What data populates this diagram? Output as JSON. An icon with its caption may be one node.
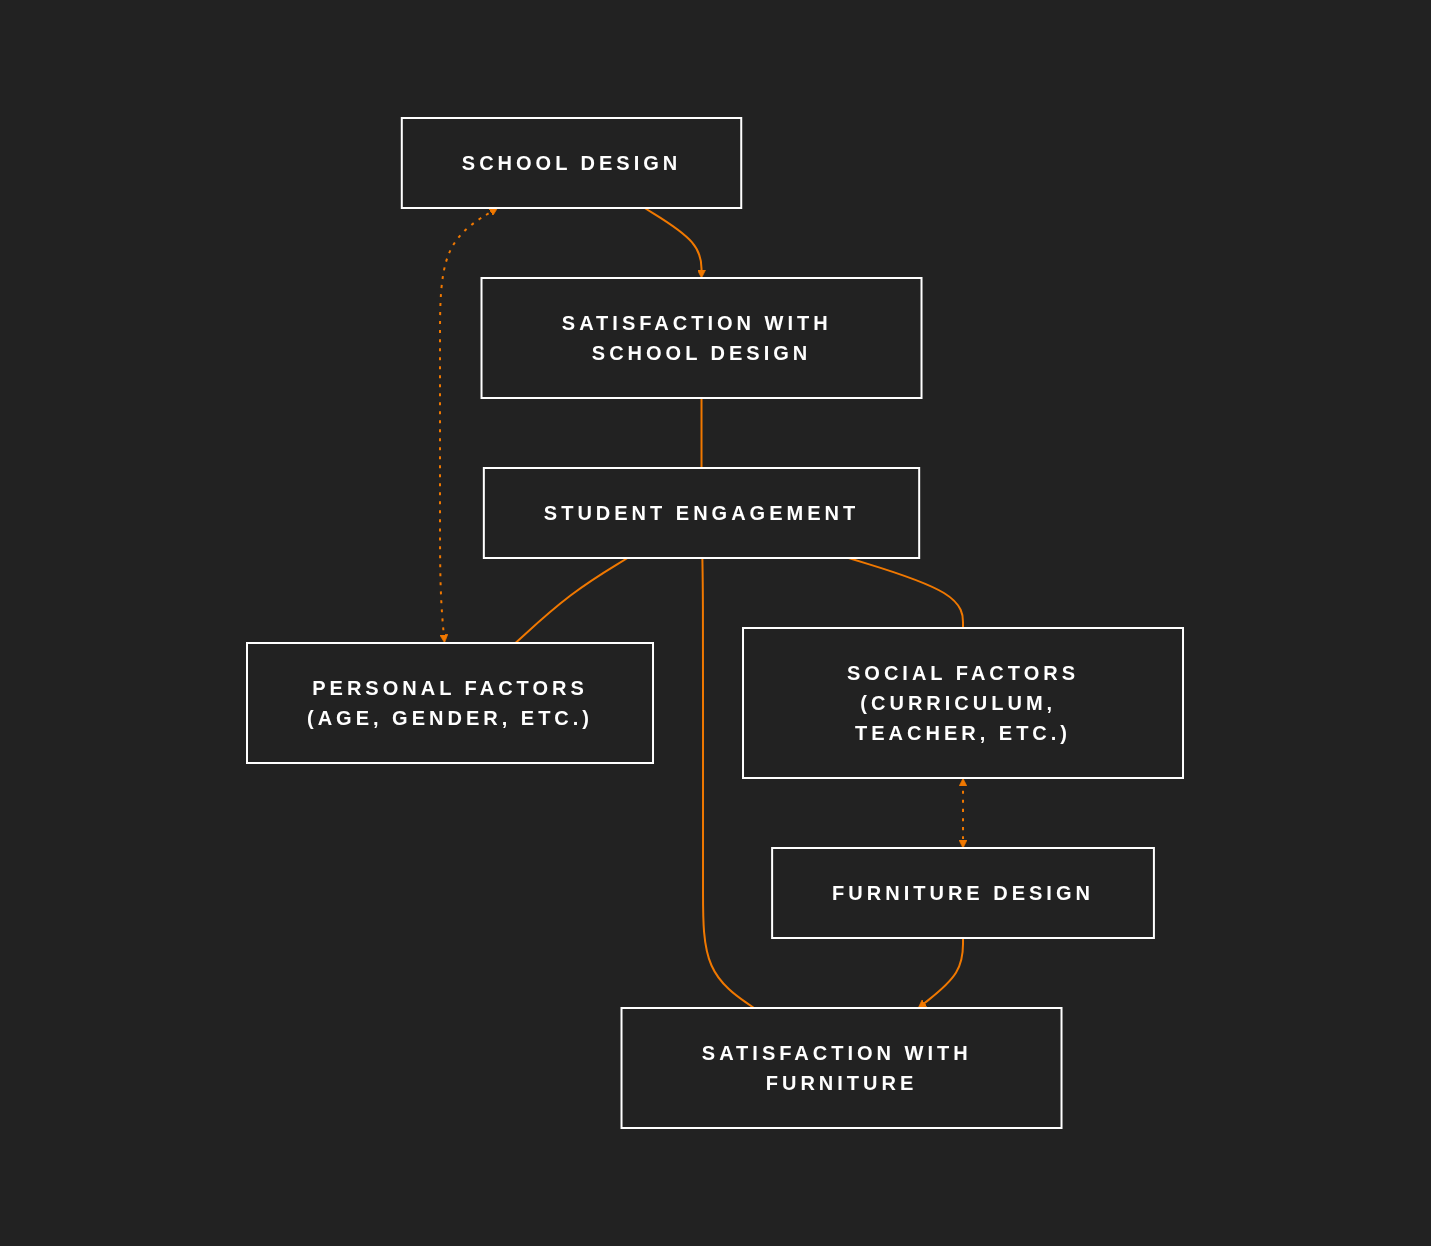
{
  "diagram": {
    "nodes": [
      {
        "text": [
          "SCHOOL DESIGN"
        ]
      },
      {
        "text": [
          "FURNITURE DESIGN"
        ]
      },
      {
        "text": [
          "SATISFACTION WITH SCHOOL DESIGN"
        ]
      },
      {
        "text": [
          "SATISFACTION WITH FURNITURE"
        ]
      },
      {
        "text": [
          "STUDENT ENGAGEMENT"
        ]
      },
      {
        "text": [
          "PERSONAL FACTORS",
          "(AGE, GENDER, ETC.)"
        ]
      },
      {
        "text": [
          "SOCIAL FACTORS",
          "(CURRICULUM, TEACHER, ETC.)"
        ]
      }
    ],
    "edges": [
      {
        "from": 0,
        "to": 2,
        "arrow": "to"
      },
      {
        "from": 1,
        "to": 3,
        "arrow": "to"
      },
      {
        "from": 2,
        "to": 4,
        "arrow": "none"
      },
      {
        "from": 3,
        "to": 4,
        "arrow": "none"
      },
      {
        "from": 4,
        "to": 5,
        "arrow": "none"
      },
      {
        "from": 4,
        "to": 6,
        "arrow": "none"
      },
      {
        "from": 5,
        "to": 0,
        "arrow": "both",
        "style": "dashed"
      },
      {
        "from": 6,
        "to": 1,
        "arrow": "both",
        "style": "dashed"
      }
    ]
  }
}
